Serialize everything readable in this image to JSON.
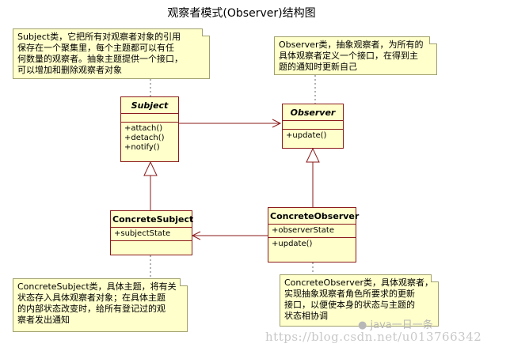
{
  "title": "观察者模式(Observer)结构图",
  "notes": {
    "subject": "Subject类，它把所有对观察者对象的引用\n保存在一个聚集里，每个主题都可以有任\n何数量的观察者。抽象主题提供一个接口，\n可以增加和删除观察者对象",
    "observer": "Observer类，抽象观察者，为所有的\n具体观察者定义一个接口，在得到主\n题的通知时更新自己",
    "concrete_subject": "ConcreteSubject类，具体主题，将有关\n状态存入具体观察者对象；在具体主题\n的内部状态改变时，给所有登记过的观\n察者发出通知",
    "concrete_observer": "ConcreteObserver类，具体观察者，\n实现抽象观察者角色所要求的更新\n接口，以便使本身的状态与主题的\n状态相协调"
  },
  "classes": {
    "subject": {
      "name": "Subject",
      "operations": [
        "+attach()",
        "+detach()",
        "+notify()"
      ]
    },
    "observer": {
      "name": "Observer",
      "operations": [
        "+update()"
      ]
    },
    "concrete_subject": {
      "name": "ConcreteSubject",
      "attributes": [
        "+subjectState"
      ]
    },
    "concrete_observer": {
      "name": "ConcreteObserver",
      "attributes": [
        "+observerState"
      ],
      "operations": [
        "+update()"
      ]
    }
  },
  "watermark": {
    "wechat": "java一日一条",
    "blog": "https://blog.csdn.net/u013766342"
  },
  "colors": {
    "note_fill": "#ffffcc",
    "class_border": "#8b1a1a",
    "note_border": "#a0a06e"
  }
}
